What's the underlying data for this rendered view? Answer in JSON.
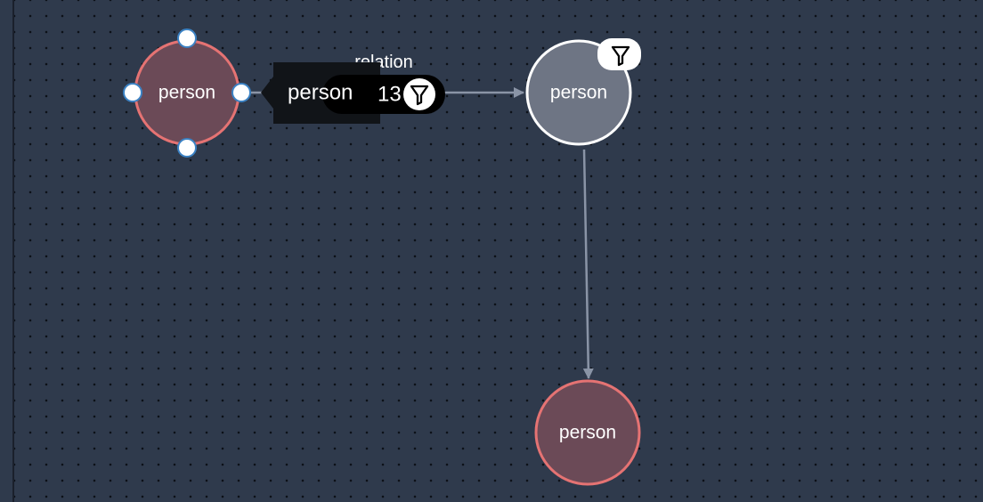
{
  "graph": {
    "nodes": {
      "person_selected": {
        "label": "person"
      },
      "person_filtered": {
        "label": "person"
      },
      "person_bottom": {
        "label": "person"
      }
    },
    "edge": {
      "label": "relation",
      "count": "13"
    },
    "tooltip": {
      "text": "person"
    }
  },
  "colors": {
    "canvas_background": "#2f3a4c",
    "grid_dot": "#0d1118",
    "node_red_stroke": "#e57373",
    "node_red_fill": "#6b4a57",
    "node_white_stroke": "#ffffff",
    "node_gray_fill": "#6e7584",
    "handle_stroke": "#3b82c4",
    "edge_stroke": "#8a94a6",
    "badge_background": "#000000",
    "tooltip_background": "#111418"
  },
  "icons": {
    "edge_filter": "filter-icon",
    "node_filter": "filter-icon"
  }
}
